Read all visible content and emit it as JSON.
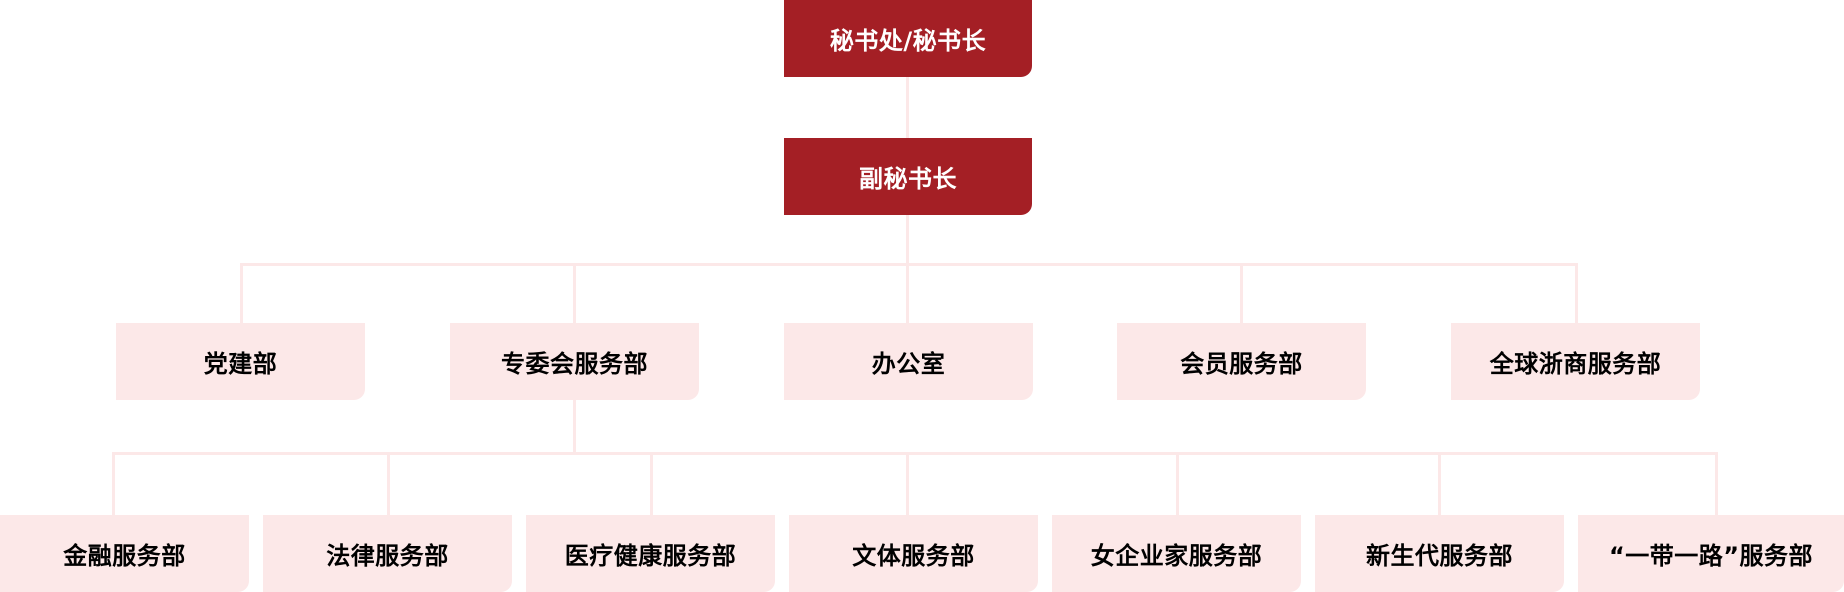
{
  "colors": {
    "primary_box": "#a41f25",
    "primary_text": "#ffffff",
    "secondary_box": "#fce8e8",
    "connector": "#fce8e8"
  },
  "top": {
    "secretariat": "秘书处/秘书长",
    "deputy": "副秘书长"
  },
  "departments": [
    "党建部",
    "专委会服务部",
    "办公室",
    "会员服务部",
    "全球浙商服务部"
  ],
  "committee_units": [
    "金融服务部",
    "法律服务部",
    "医疗健康服务部",
    "文体服务部",
    "女企业家服务部",
    "新生代服务部",
    "“一带一路”服务部"
  ]
}
